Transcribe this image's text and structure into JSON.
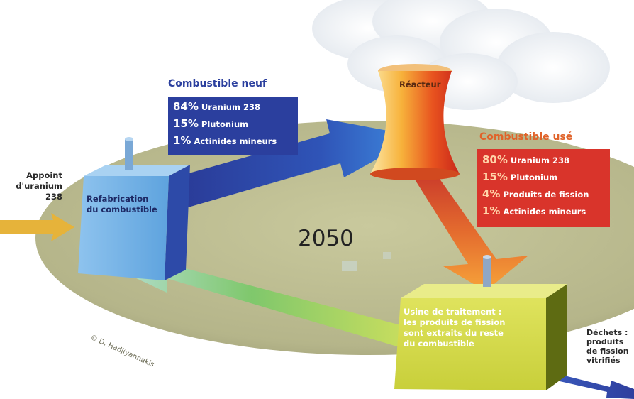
{
  "year": "2050",
  "reactor": {
    "label": "Réacteur"
  },
  "fresh_fuel": {
    "title": "Combustible neuf",
    "lines": [
      {
        "pct": "84%",
        "label": "Uranium 238"
      },
      {
        "pct": "15%",
        "label": "Plutonium"
      },
      {
        "pct": "1%",
        "label": "Actinides mineurs"
      }
    ]
  },
  "spent_fuel": {
    "title": "Combustible usé",
    "lines": [
      {
        "pct": "80%",
        "label": "Uranium 238"
      },
      {
        "pct": "15%",
        "label": "Plutonium"
      },
      {
        "pct": "4%",
        "label": "Produits de fission"
      },
      {
        "pct": "1%",
        "label": "Actinides mineurs"
      }
    ]
  },
  "refabrication": {
    "line1": "Refabrication",
    "line2": "du combustible"
  },
  "uranium_supply": {
    "line1": "Appoint",
    "line2": "d'uranium",
    "line3": "238"
  },
  "treatment_plant": {
    "line1": "Usine de traitement :",
    "line2": "les produits de fission",
    "line3": "sont extraits du reste",
    "line4": "du combustible"
  },
  "waste": {
    "line1": "Déchets :",
    "line2": "produits",
    "line3": "de fission",
    "line4": "vitrifiés"
  },
  "credit": "© D. Hadjiyannakis",
  "colors": {
    "fresh_box": "#2b3f9e",
    "spent_box": "#d9342b",
    "disk": "#b9b98c",
    "plant": "#cfd64a",
    "refab": "#7ab6e6"
  }
}
